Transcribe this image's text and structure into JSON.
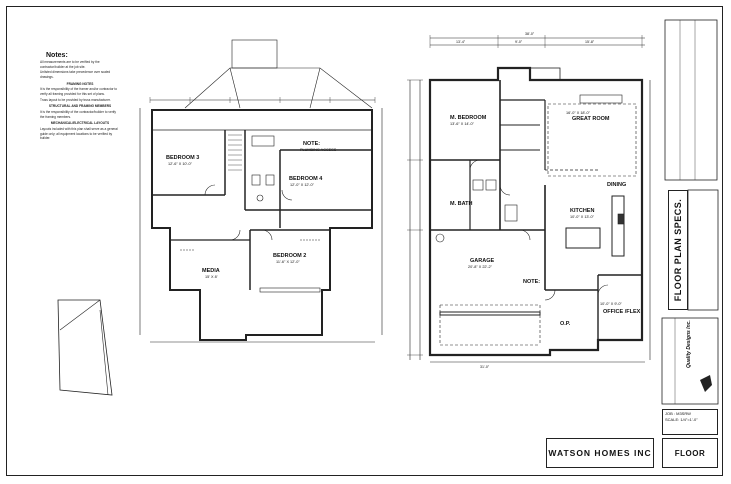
{
  "notes": {
    "title": "Notes:",
    "lines": [
      "All measurements are to be verified by the contractor/builder at the job site.",
      "Unlisted dimensions take precedence over scaled drawings.",
      "FRAMING NOTES",
      "It is the responsibility of the framer and/or contractor to verify all framing provided for this set of plans.",
      "Truss layout to be provided by truss manufacturer.",
      "STRUCTURAL AND FRAMING MEMBERS",
      "It is the responsibility of the contractor/builder to verify the framing members.",
      "MECHANICAL/ELECTRICAL LAYOUTS",
      "Layouts included with this plan shall serve as a general guide only; all equipment locations to be verified by builder."
    ]
  },
  "upper_floor": {
    "rooms": [
      {
        "name": "BEDROOM 3",
        "size": "12'-6\" X 10'-0\""
      },
      {
        "name": "BEDROOM 4",
        "size": "12'-0\" X 12'-0\""
      },
      {
        "name": "BEDROOM 2",
        "size": "11'-6\" X 12'-0\""
      },
      {
        "name": "MEDIA",
        "size": "15' X 8'"
      }
    ],
    "note": "NOTE:",
    "note_sub": "PLUMBING ACCESS"
  },
  "main_floor": {
    "rooms": [
      {
        "name": "M. BEDROOM",
        "size": "13'-6\" X 14'-0\""
      },
      {
        "name": "GREAT ROOM",
        "size": "16'-0\" X 18'-0\""
      },
      {
        "name": "DINING",
        "size": ""
      },
      {
        "name": "KITCHEN",
        "size": "10'-0\" X 13'-0\""
      },
      {
        "name": "M. BATH",
        "size": ""
      },
      {
        "name": "GARAGE",
        "size": "20'-8\" X 22'-2\""
      },
      {
        "name": "OFFICE /FLEX",
        "size": "10'-0\" X 9'-0\""
      },
      {
        "name": "O.P.",
        "size": ""
      },
      {
        "name": "NOTE:",
        "size": ""
      }
    ],
    "top_dims": [
      "38'-0\"",
      "13'-4\"",
      "9'-0\"",
      "15'-8\""
    ],
    "bottom_dims": [
      "31'-0\""
    ]
  },
  "specs": {
    "title": "FLOOR PLAN SPECS."
  },
  "title_block": {
    "builder": "WATSON HOMES INC",
    "sheet": "FLOOR",
    "job_label": "JOB : M3SRW",
    "scale": "SCALE: 1/4\"=1'-0\"",
    "company": "Quality Designs Inc."
  },
  "colors": {
    "line": "#222222",
    "paper": "#ffffff"
  }
}
